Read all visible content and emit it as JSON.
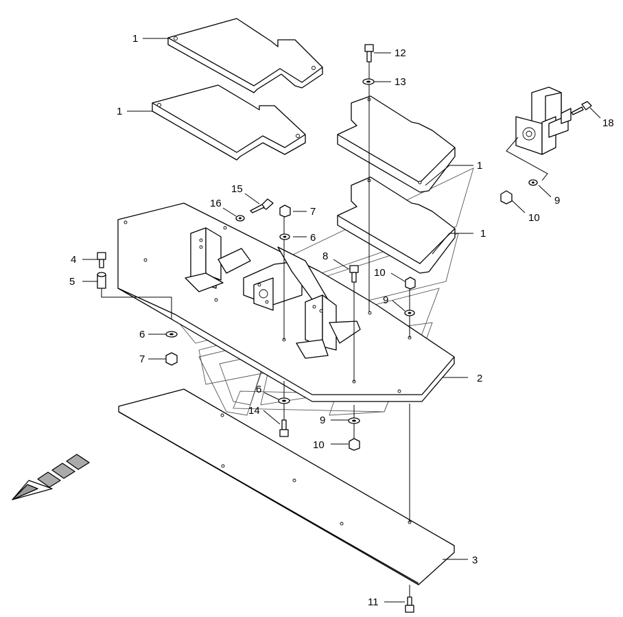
{
  "callouts": {
    "c1a": "1",
    "c1b": "1",
    "c1c": "1",
    "c1d": "1",
    "c2": "2",
    "c3": "3",
    "c4": "4",
    "c5": "5",
    "c6a": "6",
    "c6b": "6",
    "c6c": "6",
    "c7a": "7",
    "c7b": "7",
    "c8": "8",
    "c9a": "9",
    "c9b": "9",
    "c9c": "9",
    "c10a": "10",
    "c10b": "10",
    "c10c": "10",
    "c11": "11",
    "c12": "12",
    "c13": "13",
    "c14": "14",
    "c15": "15",
    "c16": "16",
    "c18": "18"
  },
  "icons": {
    "direction_arrow": "front-direction-arrow-icon",
    "watermark": "dealer-logo-watermark"
  }
}
